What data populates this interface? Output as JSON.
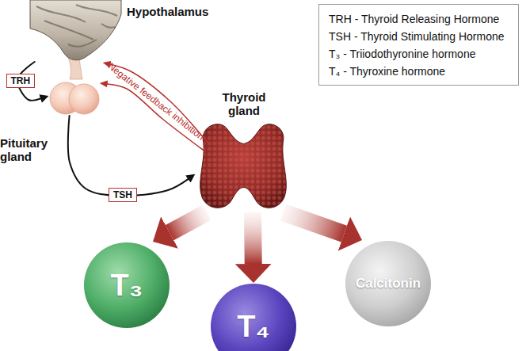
{
  "diagram": {
    "nodes": [
      {
        "text": [
          "Hypothalamus"
        ]
      },
      {
        "text": [
          "Pituitary gland"
        ]
      },
      {
        "text": [
          "Thyroid gland"
        ]
      },
      {
        "text": [
          "T₃"
        ]
      },
      {
        "text": [
          "T₄"
        ]
      },
      {
        "text": [
          "Calcitonin"
        ]
      }
    ],
    "edges": [
      {
        "from": 0,
        "to": 1,
        "label": "TRH",
        "arrow": "to"
      },
      {
        "from": 1,
        "to": 2,
        "label": "TSH",
        "arrow": "to"
      },
      {
        "from": 2,
        "to": 1,
        "arrow": "to"
      },
      {
        "from": 2,
        "to": 0,
        "label": "Negative feedback inhibition",
        "arrow": "to"
      },
      {
        "from": 2,
        "to": 3,
        "arrow": "to"
      },
      {
        "from": 2,
        "to": 4,
        "arrow": "to"
      },
      {
        "from": 2,
        "to": 5,
        "arrow": "to"
      }
    ],
    "legend": [
      {
        "text": "TRH - Thyroid Releasing Hormone"
      },
      {
        "text": "TSH - Thyroid Stimulating Hormone"
      },
      {
        "text": "T₃ - Triiodothyronine hormone"
      },
      {
        "text": "T₄ - Thyroxine hormone"
      }
    ]
  }
}
